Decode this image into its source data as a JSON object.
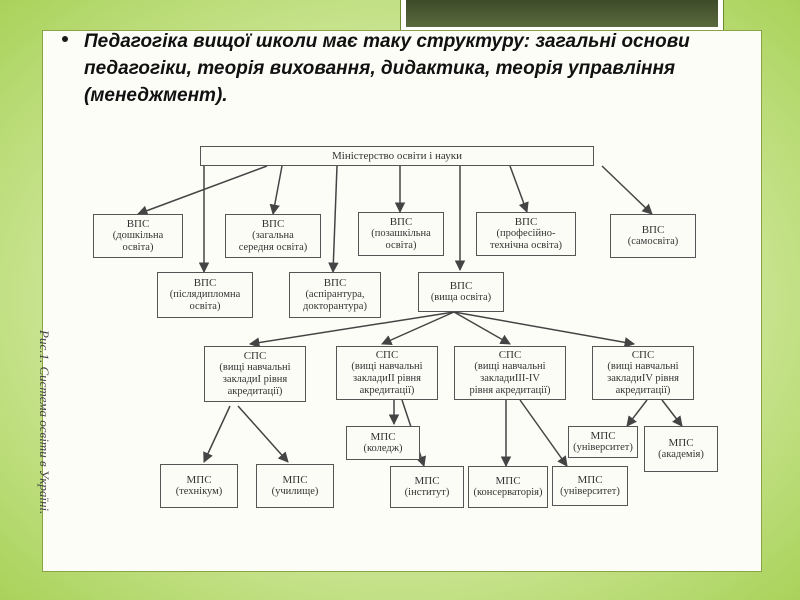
{
  "slide": {
    "bullet": "Педагогіка вищої школи має таку структуру: загальні основи педагогіки, теорія виховання, дидактика, теорія управління (менеджмент).",
    "caption": "Рис.1. Система освіти в Україні."
  },
  "diagram": {
    "root": {
      "title": "Міністерство освіти і науки"
    },
    "row1": [
      {
        "title": "ВПС",
        "sub1": "(дошкільна",
        "sub2": "освіта)"
      },
      {
        "title": "ВПС",
        "sub1": "(загальна",
        "sub2": "середня освіта)"
      },
      {
        "title": "ВПС",
        "sub1": "(позашкільна",
        "sub2": "освіта)"
      },
      {
        "title": "ВПС",
        "sub1": "(професійно-",
        "sub2": "технічна освіта)"
      },
      {
        "title": "ВПС",
        "sub1": "(самосвіта)",
        "sub2": ""
      }
    ],
    "row2": [
      {
        "title": "ВПС",
        "sub1": "(післядипломна",
        "sub2": "освіта)"
      },
      {
        "title": "ВПС",
        "sub1": "(аспірантура,",
        "sub2": "докторантура)"
      },
      {
        "title": "ВПС",
        "sub1": "(вища освіта)",
        "sub2": ""
      }
    ],
    "row3": [
      {
        "title": "СПС",
        "sub1": "(вищі навчальні",
        "sub2": "закладиІ рівня",
        "sub3": "акредитації)"
      },
      {
        "title": "СПС",
        "sub1": "(вищі навчальні",
        "sub2": "закладиІІ рівня",
        "sub3": "акредитації)"
      },
      {
        "title": "СПС",
        "sub1": "(вищі навчальні",
        "sub2": "закладиІІІ-ІV",
        "sub3": "рівня акредитації)"
      },
      {
        "title": "СПС",
        "sub1": "(вищі навчальні",
        "sub2": "закладиІV рівня",
        "sub3": "акредитації)"
      }
    ],
    "row4": [
      {
        "title": "МПС",
        "sub1": "(коледж)"
      },
      {
        "title": "МПС",
        "sub1": "(університет)"
      },
      {
        "title": "МПС",
        "sub1": "(академія)"
      }
    ],
    "row5": [
      {
        "title": "МПС",
        "sub1": "(технікум)"
      },
      {
        "title": "МПС",
        "sub1": "(училище)"
      },
      {
        "title": "МПС",
        "sub1": "(інститут)"
      },
      {
        "title": "МПС",
        "sub1": "(консерваторія)"
      },
      {
        "title": "МПС",
        "sub1": "(університет)"
      }
    ]
  }
}
